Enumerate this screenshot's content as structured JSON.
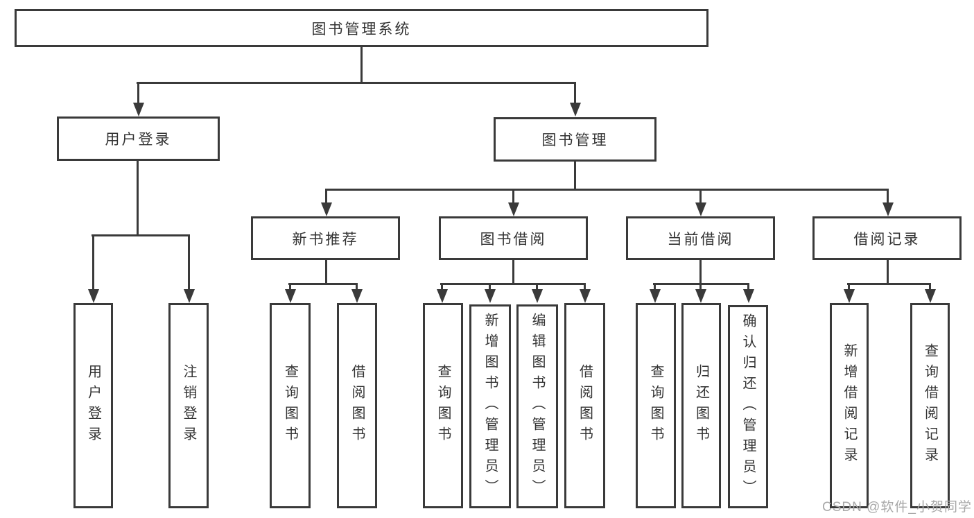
{
  "title": "图书管理系统",
  "tree": {
    "label": "图书管理系统",
    "children": [
      {
        "label": "用户登录",
        "children": [
          {
            "label": "用户登录"
          },
          {
            "label": "注销登录"
          }
        ]
      },
      {
        "label": "图书管理",
        "children": [
          {
            "label": "新书推荐",
            "children": [
              {
                "label": "查询图书"
              },
              {
                "label": "借阅图书"
              }
            ]
          },
          {
            "label": "图书借阅",
            "children": [
              {
                "label": "查询图书"
              },
              {
                "label": "新增图书（管理员）"
              },
              {
                "label": "编辑图书（管理员）"
              },
              {
                "label": "借阅图书"
              }
            ]
          },
          {
            "label": "当前借阅",
            "children": [
              {
                "label": "查询图书"
              },
              {
                "label": "归还图书"
              },
              {
                "label": "确认归还（管理员）"
              }
            ]
          },
          {
            "label": "借阅记录",
            "children": [
              {
                "label": "新增借阅记录"
              },
              {
                "label": "查询借阅记录"
              }
            ]
          }
        ]
      }
    ]
  },
  "watermark": "CSDN @软件_小贺同学",
  "colors": {
    "line": "#3a3a3a",
    "box_border": "#3a3a3a",
    "box_fill": "#ffffff",
    "text": "#333333",
    "watermark": "#a8a8a8",
    "background": "#ffffff"
  }
}
